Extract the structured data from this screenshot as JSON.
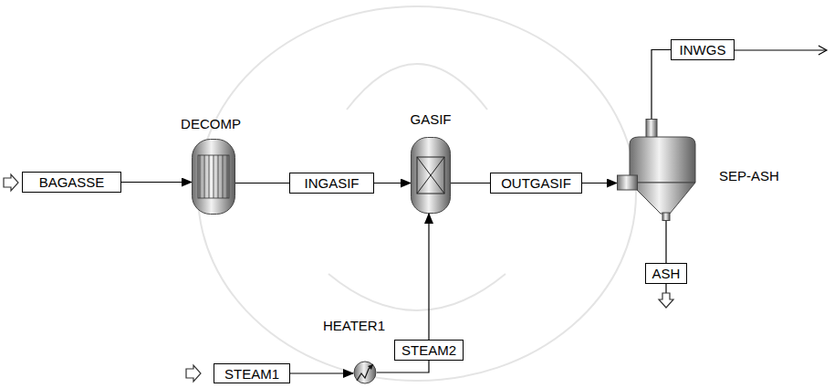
{
  "diagram": {
    "nodes": [
      {
        "text": [
          "BAGASSE"
        ]
      },
      {
        "text": [
          "DECOMP"
        ]
      },
      {
        "text": [
          "INGASIF"
        ]
      },
      {
        "text": [
          "GASIF"
        ]
      },
      {
        "text": [
          "OUTGASIF"
        ]
      },
      {
        "text": [
          "INWGS"
        ]
      },
      {
        "text": [
          "SEP-ASH"
        ]
      },
      {
        "text": [
          "ASH"
        ]
      },
      {
        "text": [
          "STEAM2"
        ]
      },
      {
        "text": [
          "HEATER1"
        ]
      },
      {
        "text": [
          "STEAM1"
        ]
      }
    ],
    "edges": [
      {
        "from": 0,
        "to": 1,
        "arrow": "to"
      },
      {
        "from": 1,
        "to": 2,
        "arrow": "none"
      },
      {
        "from": 2,
        "to": 3,
        "arrow": "to"
      },
      {
        "from": 3,
        "to": 4,
        "arrow": "none"
      },
      {
        "from": 4,
        "to": 6,
        "arrow": "to"
      },
      {
        "from": 6,
        "to": 5,
        "arrow": "none"
      },
      {
        "from": 6,
        "to": 7,
        "arrow": "none"
      },
      {
        "from": 10,
        "to": 9,
        "arrow": "to"
      },
      {
        "from": 9,
        "to": 8,
        "arrow": "none"
      },
      {
        "from": 8,
        "to": 3,
        "arrow": "to"
      }
    ]
  }
}
